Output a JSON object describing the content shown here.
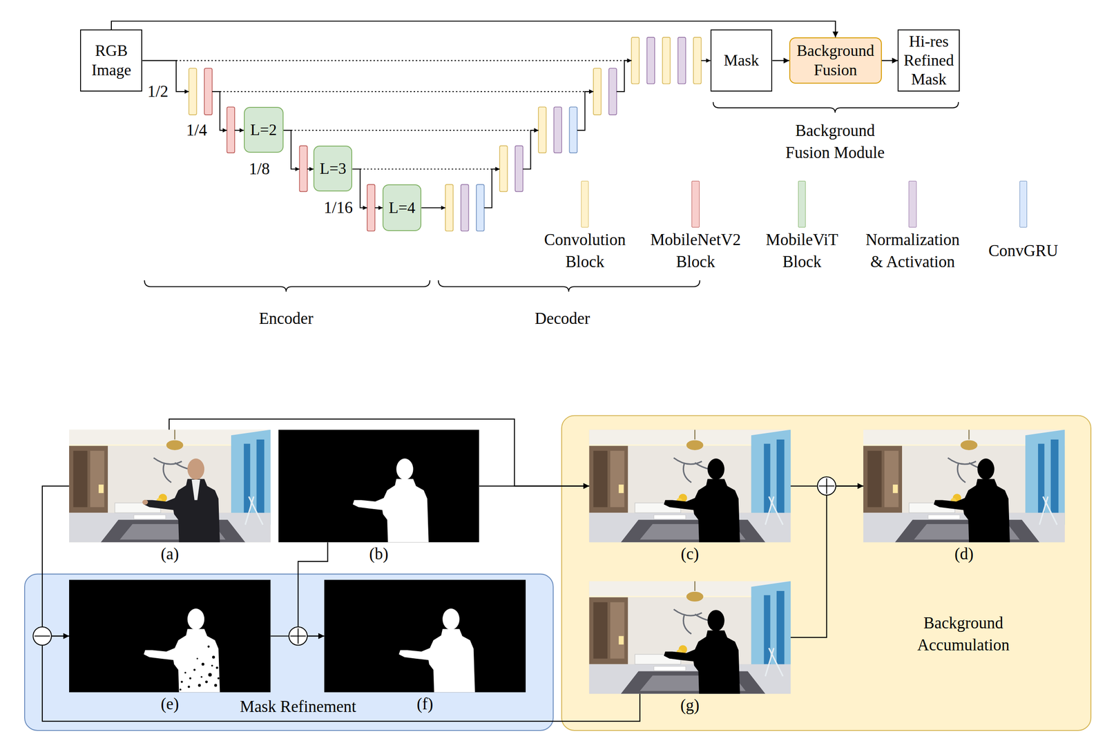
{
  "diagram": {
    "nodes": [
      {
        "text": [
          "RGB Image"
        ]
      },
      {
        "text": [
          "L=2"
        ]
      },
      {
        "text": [
          "L=3"
        ]
      },
      {
        "text": [
          "L=4"
        ]
      },
      {
        "text": [
          "Mask"
        ]
      },
      {
        "text": [
          "Background Fusion"
        ]
      },
      {
        "text": [
          "Hi-res Refined Mask"
        ]
      },
      {
        "text": [
          "(a)"
        ]
      },
      {
        "text": [
          "(b)"
        ]
      },
      {
        "text": [
          "Background Accumulation"
        ]
      },
      {
        "text": [
          "(c)"
        ],
        "in": 9
      },
      {
        "text": [
          "(d)"
        ],
        "in": 9
      },
      {
        "text": [
          "Mask Refinement"
        ]
      },
      {
        "text": [
          "(e)"
        ],
        "in": 12
      },
      {
        "text": [
          "(f)"
        ],
        "in": 12
      },
      {
        "text": [
          "(g)"
        ],
        "in": 9
      }
    ],
    "edges": [
      {
        "from": 0,
        "to": 5,
        "arrow": "to"
      },
      {
        "from": 4,
        "to": 5,
        "arrow": "to"
      },
      {
        "from": 5,
        "to": 6,
        "arrow": "to"
      },
      {
        "from": 7,
        "to": 10,
        "arrow": "to"
      },
      {
        "from": 8,
        "to": 10,
        "arrow": "to"
      },
      {
        "from": 7,
        "to": 13,
        "arrow": "to"
      },
      {
        "from": 15,
        "to": 13,
        "arrow": "to"
      },
      {
        "from": 13,
        "to": 14,
        "arrow": "to"
      },
      {
        "from": 8,
        "to": 14,
        "arrow": "to"
      },
      {
        "from": 10,
        "to": 11,
        "arrow": "to"
      },
      {
        "from": 15,
        "to": 11,
        "arrow": "to"
      }
    ],
    "labels": [
      "1/2",
      "1/4",
      "1/8",
      "1/16",
      "Background Fusion Module",
      "Encoder",
      "Decoder"
    ],
    "legend": [
      {
        "text": "Convolution Block",
        "color": "#fff2cc"
      },
      {
        "text": "MobileNetV2 Block",
        "color": "#f8cecc"
      },
      {
        "text": "MobileViT Block",
        "color": "#d5e8d4"
      },
      {
        "text": "Normalization & Activation",
        "color": "#e1d5e7"
      },
      {
        "text": "ConvGRU",
        "color": "#dae8fc"
      }
    ]
  }
}
